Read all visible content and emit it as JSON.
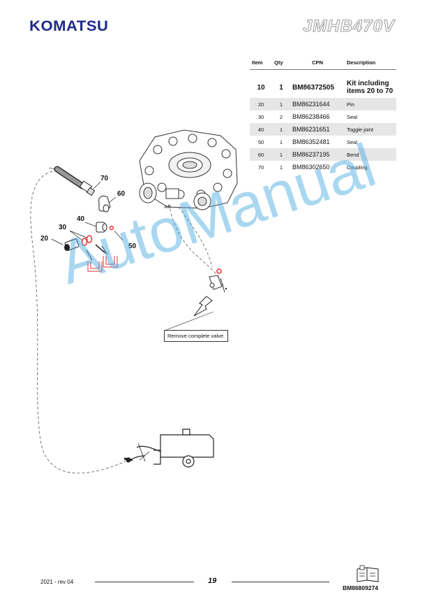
{
  "header": {
    "brand": "KOMATSU",
    "model": "JMHB470V"
  },
  "table": {
    "headers": [
      "Item",
      "Qty",
      "CPN",
      "Description"
    ],
    "rows": [
      {
        "item": "10",
        "qty": "1",
        "cpn": "BM86372505",
        "description": "Kit including items 20 to 70"
      },
      {
        "item": "20",
        "qty": "1",
        "cpn": "BM86231644",
        "description": "Pin"
      },
      {
        "item": "30",
        "qty": "2",
        "cpn": "BM86238466",
        "description": "Seal"
      },
      {
        "item": "40",
        "qty": "1",
        "cpn": "BM86231651",
        "description": "Toggle joint"
      },
      {
        "item": "50",
        "qty": "1",
        "cpn": "BM86352481",
        "description": "Seal"
      },
      {
        "item": "60",
        "qty": "1",
        "cpn": "BM86237195",
        "description": "Bend"
      },
      {
        "item": "70",
        "qty": "1",
        "cpn": "BM86302650",
        "description": "Coupling"
      }
    ]
  },
  "diagram": {
    "callouts": [
      "70",
      "60",
      "40",
      "30",
      "20",
      "50"
    ],
    "air_label": "AIR",
    "note": "Remove complete valve.",
    "highlight_color": "#e8312f"
  },
  "watermark": "AutoManual",
  "footer": {
    "left": "2021 -  rev 04",
    "page": "19",
    "doc_code": "BM86809274"
  }
}
